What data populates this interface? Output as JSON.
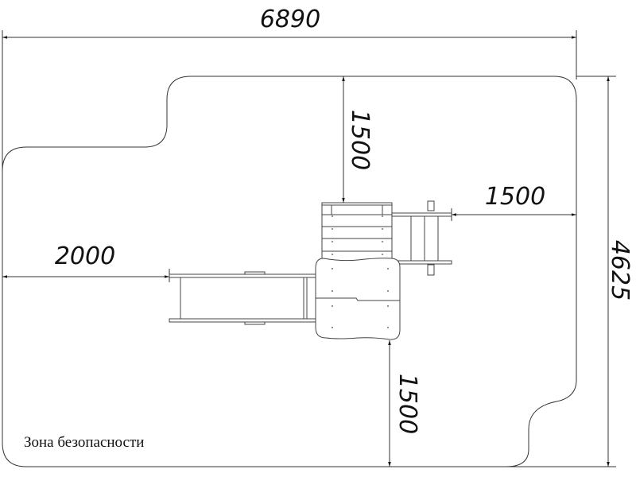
{
  "dimensions": {
    "overall_width": "6890",
    "overall_depth": "4625",
    "top_clearance": "1500",
    "right_clearance": "1500",
    "left_clearance": "2000",
    "bottom_clearance": "1500"
  },
  "label": "Зона безопасности",
  "colors": {
    "line": "#333333",
    "background": "#ffffff"
  }
}
